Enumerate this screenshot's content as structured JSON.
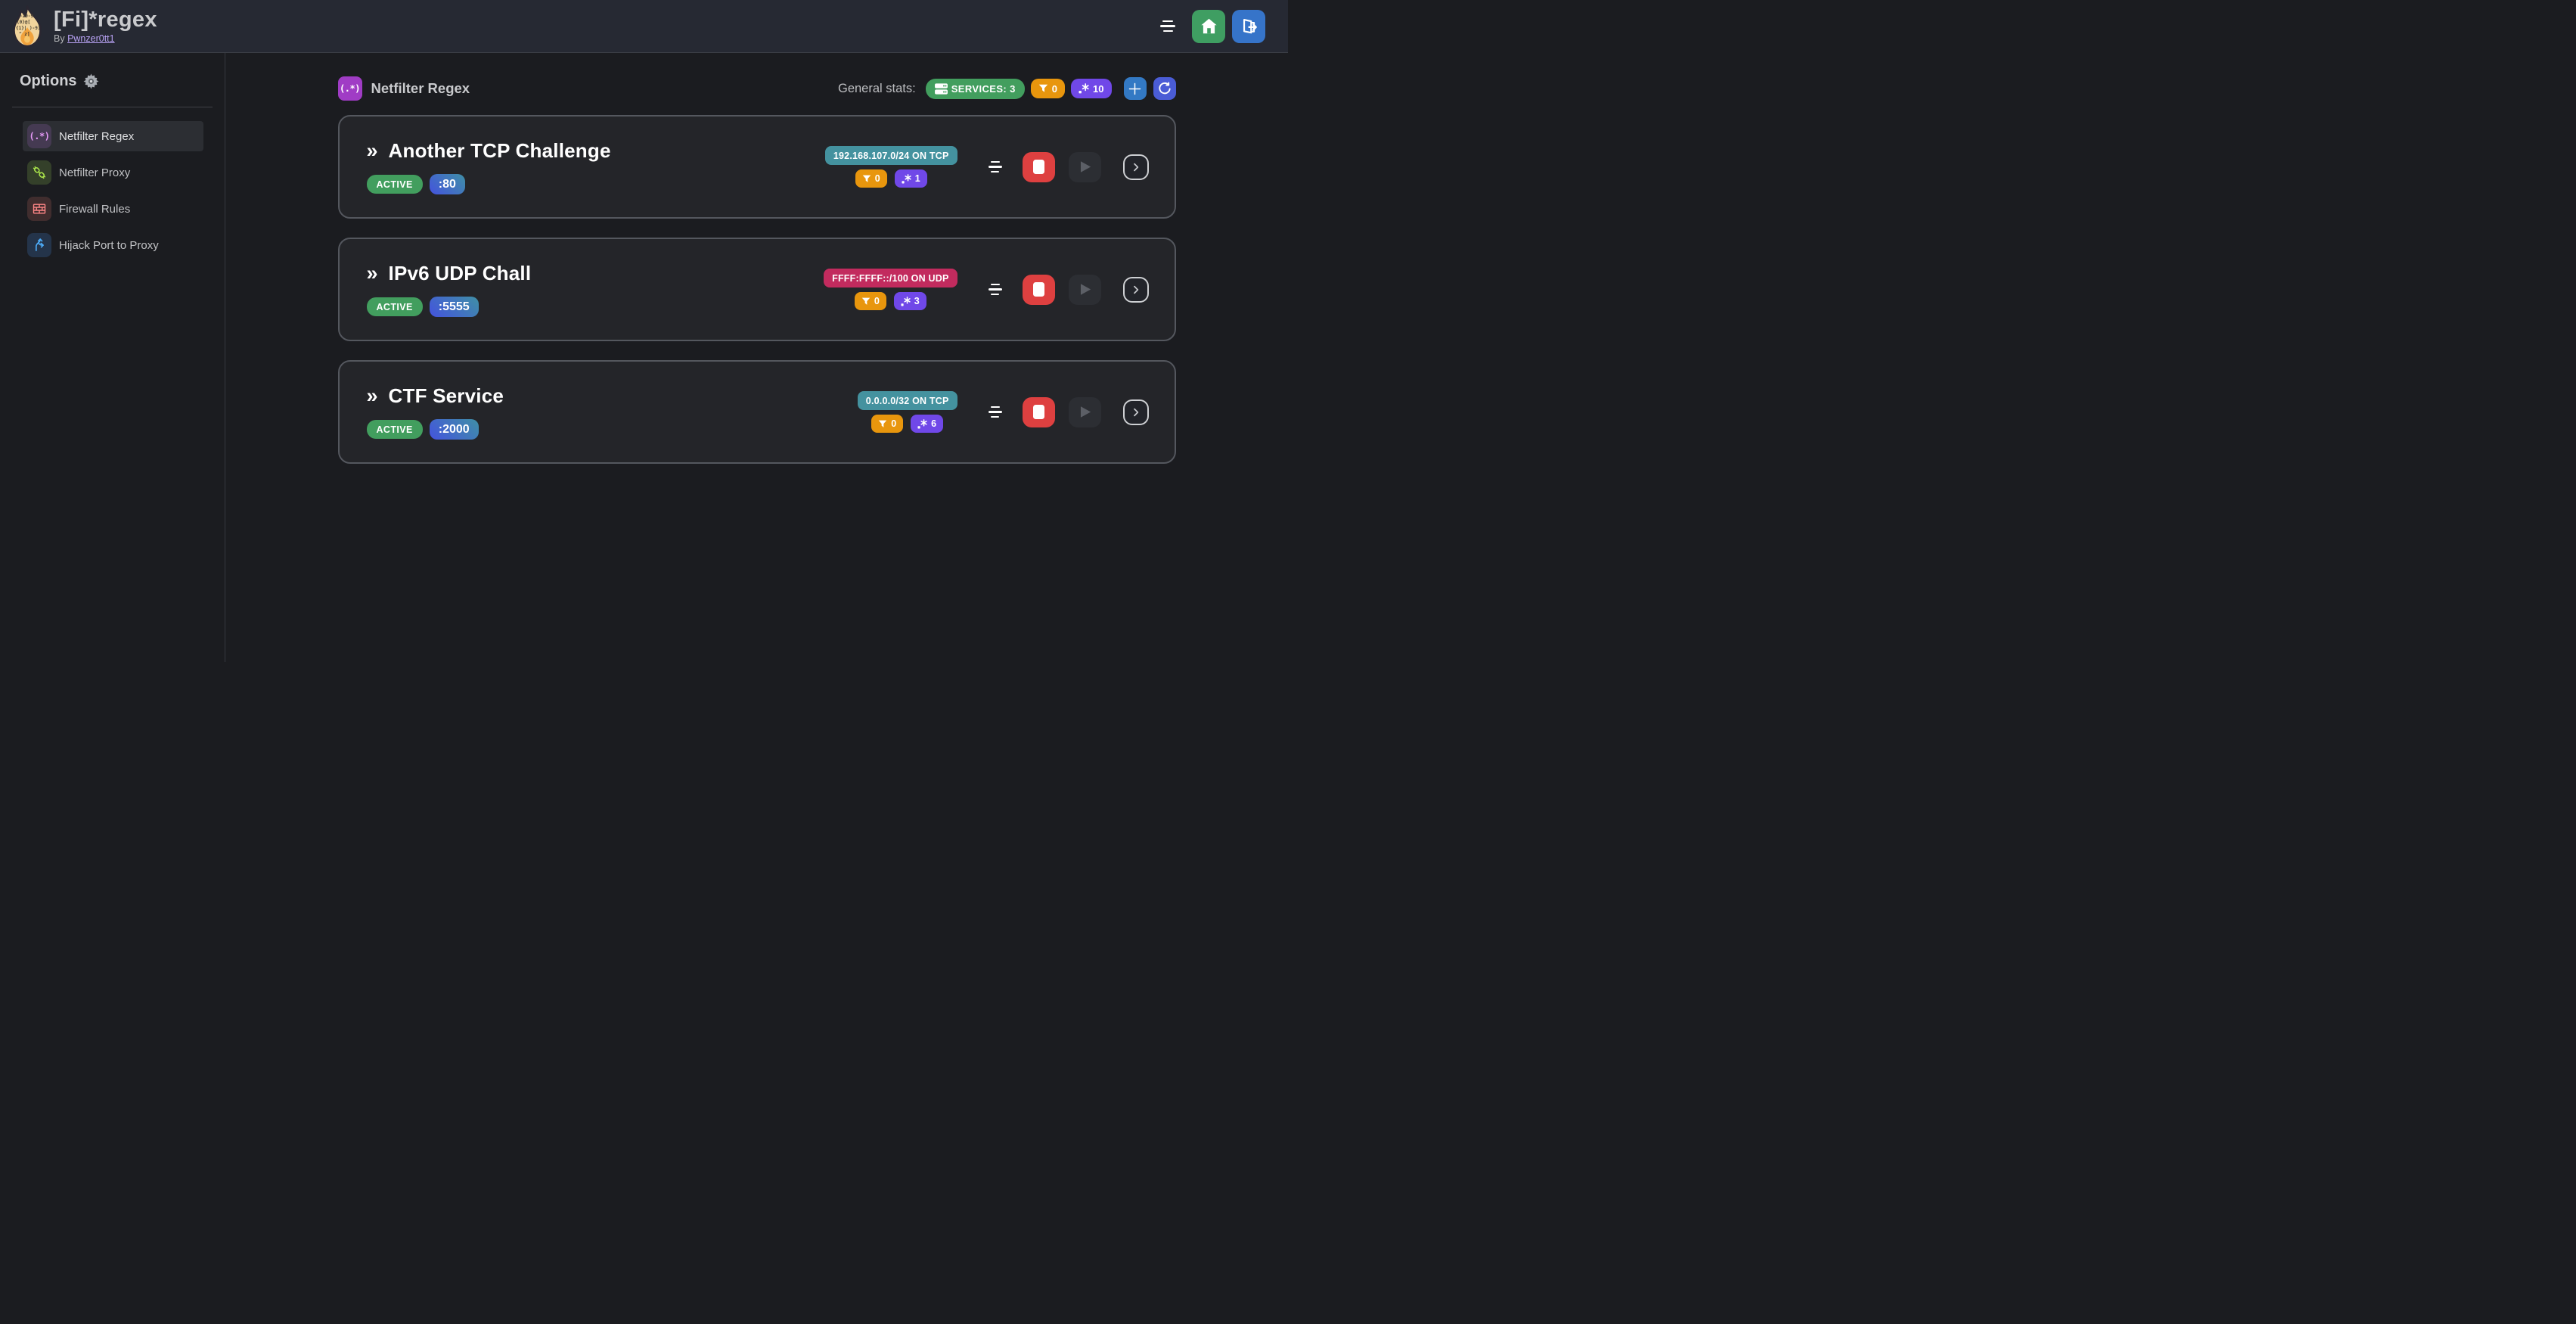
{
  "header": {
    "title": "[Fi]*regex",
    "byline_prefix": "By ",
    "author": "Pwnzer0tt1"
  },
  "sidebar": {
    "heading": "Options",
    "items": [
      {
        "label": "Netfilter Regex",
        "icon": "regex-icon",
        "active": true
      },
      {
        "label": "Netfilter Proxy",
        "icon": "plug-icon",
        "active": false
      },
      {
        "label": "Firewall Rules",
        "icon": "brick-wall-icon",
        "active": false
      },
      {
        "label": "Hijack Port to Proxy",
        "icon": "split-arrows-icon",
        "active": false
      }
    ]
  },
  "main": {
    "section_title": "Netfilter Regex",
    "section_icon": "regex-icon",
    "stats_label": "General stats:",
    "stats": {
      "services_label": "SERVICES: 3",
      "filters_count": "0",
      "regexes_count": "10"
    }
  },
  "services": [
    {
      "name": "Another TCP Challenge",
      "status": "ACTIVE",
      "port": ":80",
      "address": "192.168.107.0/24 ON TCP",
      "address_color": "#44929f",
      "filters": "0",
      "regexes": "1"
    },
    {
      "name": "IPv6 UDP Chall",
      "status": "ACTIVE",
      "port": ":5555",
      "address": "FFFF:FFFF::/100 ON UDP",
      "address_color": "#c22b5e",
      "filters": "0",
      "regexes": "3"
    },
    {
      "name": "CTF Service",
      "status": "ACTIVE",
      "port": ":2000",
      "address": "0.0.0.0/32 ON TCP",
      "address_color": "#44929f",
      "filters": "0",
      "regexes": "6"
    }
  ],
  "regex_glyph": "(.*)",
  "chevrons_glyph": "»",
  "colors": {
    "bg": "#1b1c20",
    "header-bg": "#262933",
    "card-bg": "#242529",
    "card-border": "#54575e",
    "selected": "#2c2e33",
    "link": "#b9a3f5",
    "green": "#429e5e",
    "home-green": "#3f9e62",
    "orange": "#e8960d",
    "violet": "#7048e8",
    "teal": "#44929f",
    "pink": "#c22b5e",
    "red": "#de4040",
    "blue-plus": "#3379c4",
    "indigo-refresh": "#4a5cd6",
    "port-grad-a": "#4453de",
    "port-grad-b": "#3f90a6",
    "purple-main": "#a03cc5",
    "icon-regex-bg": "#453a52",
    "icon-regex-fg": "#e599f7",
    "icon-proxy-bg": "#34402a",
    "icon-proxy-fg": "#a9e34b",
    "icon-fw-bg": "#402d2e",
    "icon-fw-fg": "#ff8787",
    "icon-hijack-bg": "#24344a",
    "icon-hijack-fg": "#4dabf7"
  }
}
